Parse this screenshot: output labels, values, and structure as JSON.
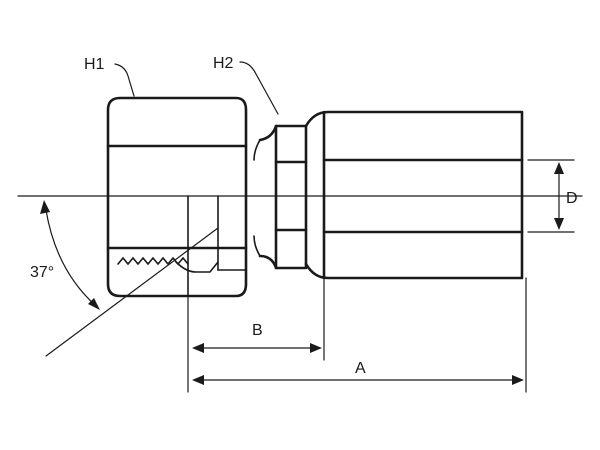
{
  "labels": {
    "h1": "H1",
    "h2": "H2",
    "angle": "37°",
    "b": "B",
    "a": "A",
    "d": "D"
  },
  "colors": {
    "line": "#1a1a1a",
    "background": "#ffffff"
  }
}
